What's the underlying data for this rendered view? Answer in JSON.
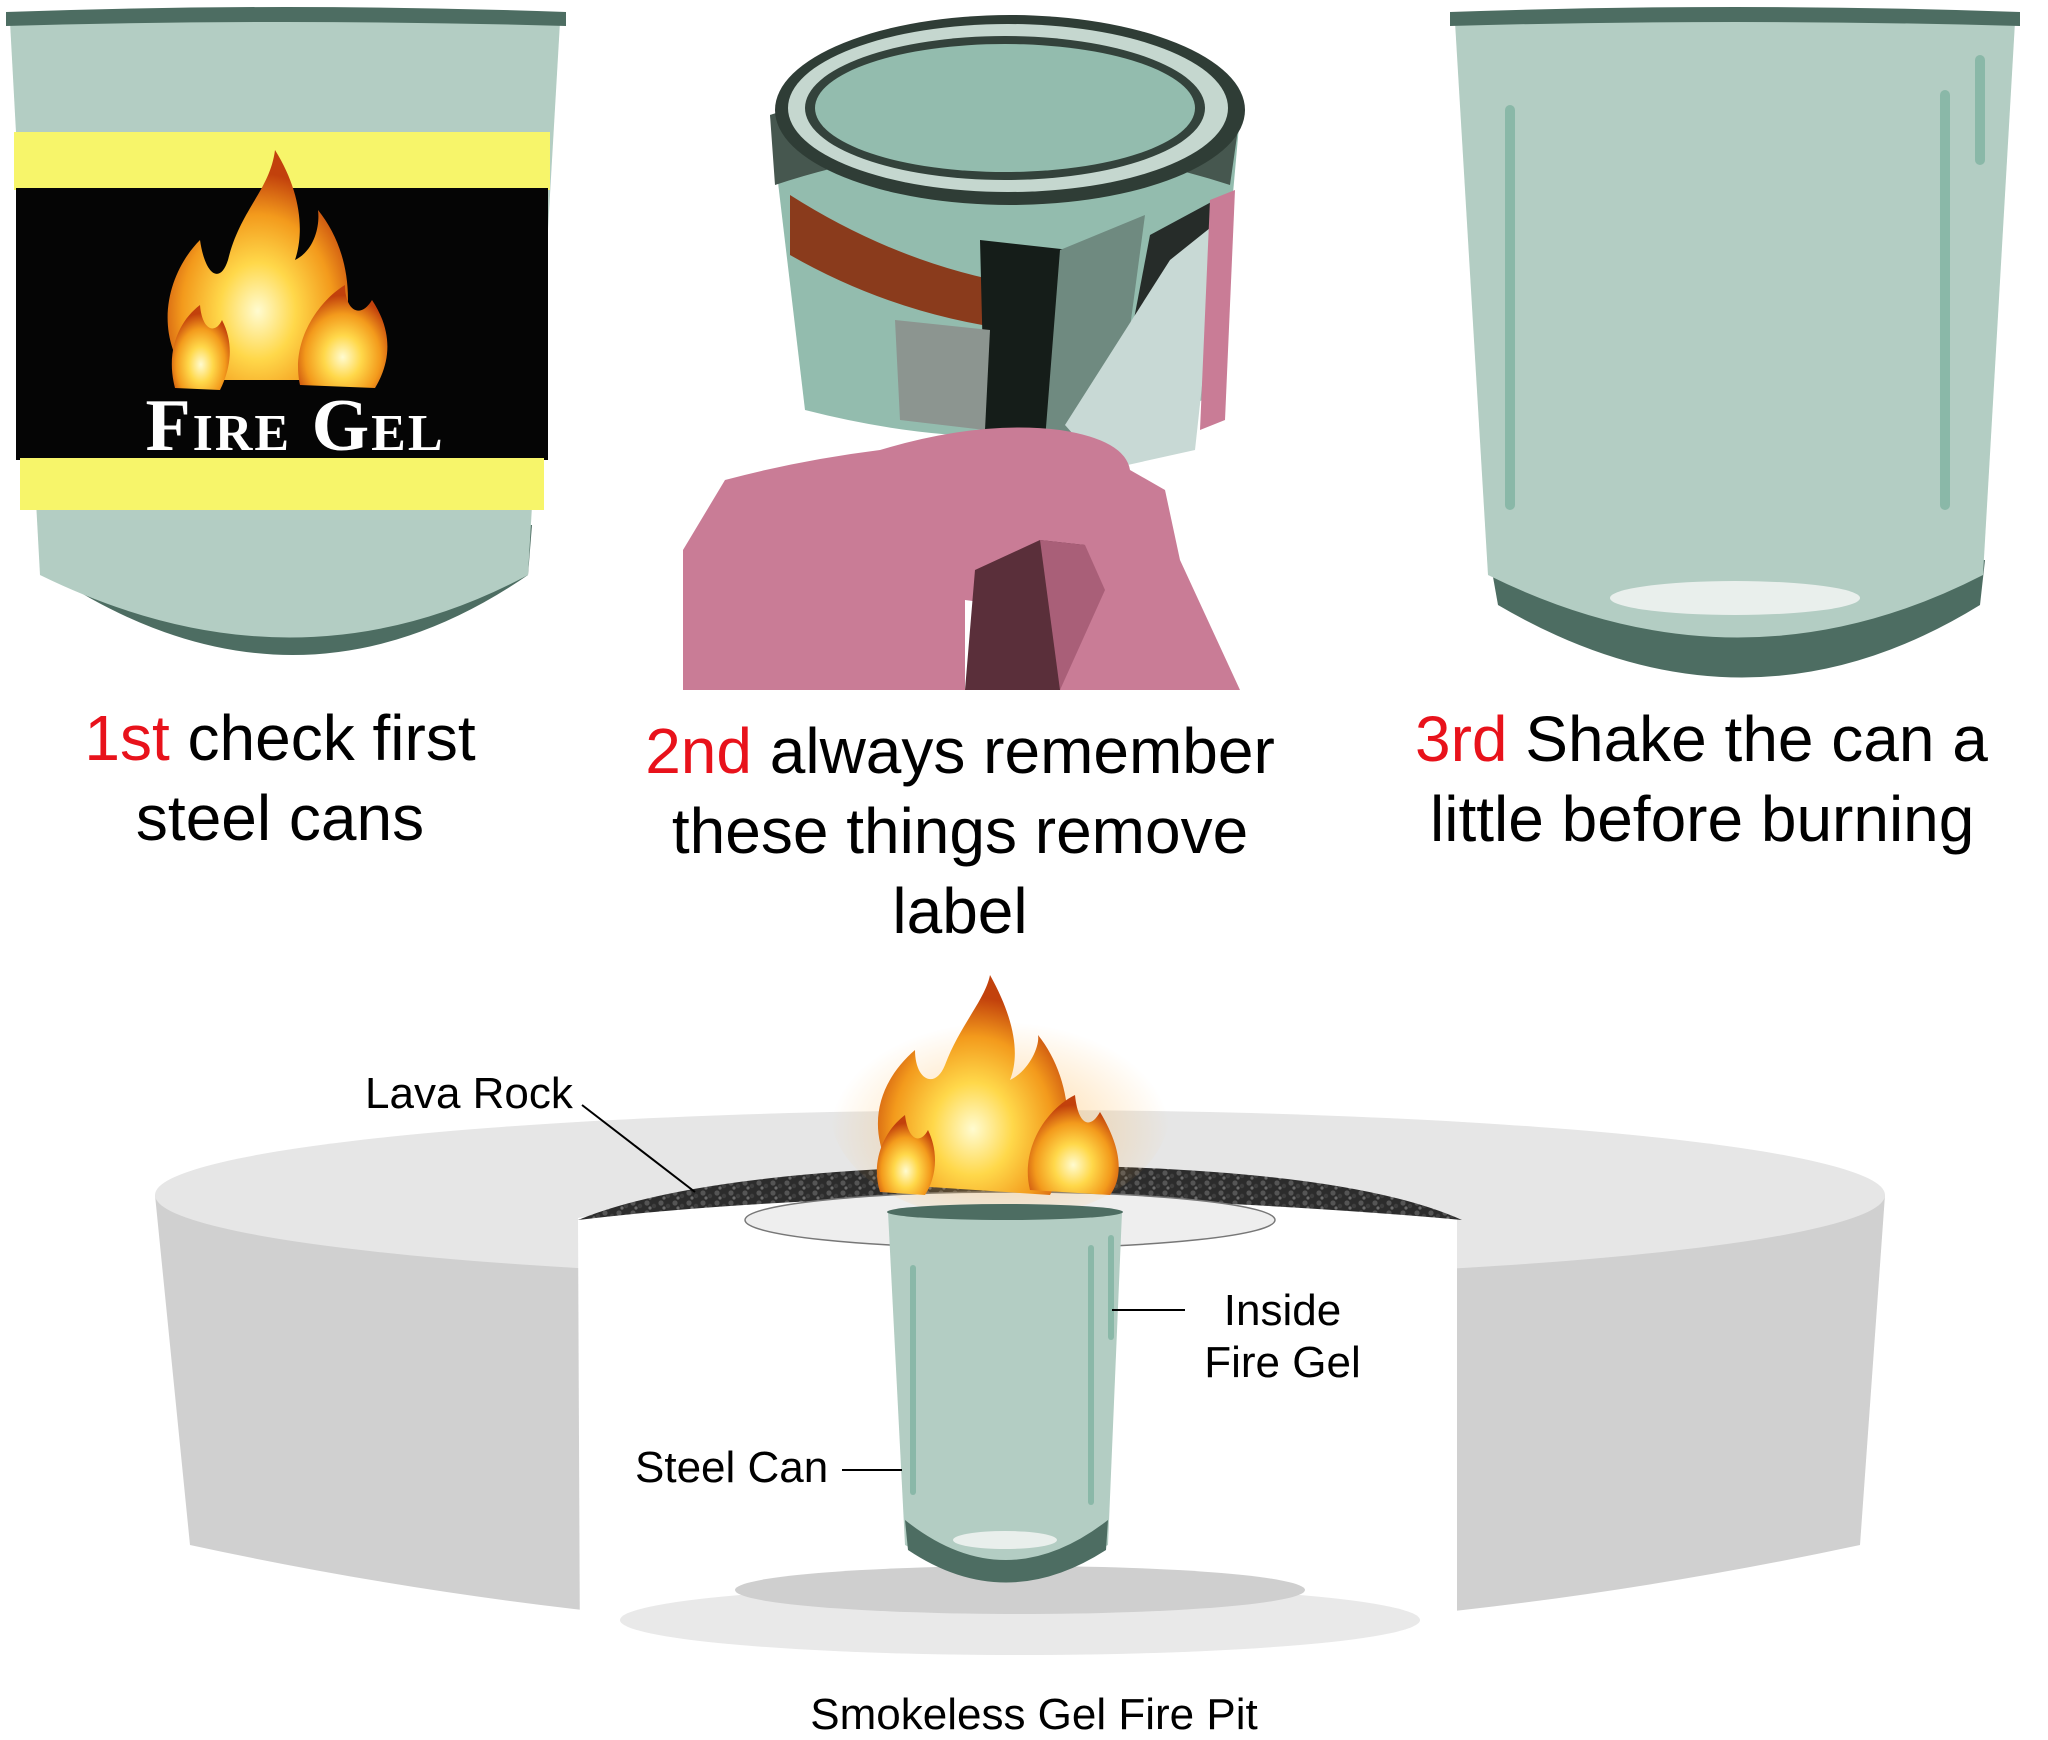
{
  "colors": {
    "can_body": "#b3cdc3",
    "can_rim": "#4d6d62",
    "band_yellow": "#f7f56a",
    "band_black": "#050505",
    "hand_pink": "#c97c96",
    "pit_wall": "#d0d0d0",
    "pit_top": "#e6e6e6",
    "step_red": "#e8121b"
  },
  "step1": {
    "can_logo": "Fire Gel",
    "num": "1st",
    "line1_rest": " check first",
    "line2": "steel cans"
  },
  "step2": {
    "num": "2nd",
    "line1_rest": " always remember",
    "line2": "these things remove",
    "line3": "label"
  },
  "step3": {
    "num": "3rd",
    "line1_rest": " Shake the can a",
    "line2": "little before burning"
  },
  "firepit": {
    "label_lava_rock": "Lava Rock",
    "label_inside_line1": "Inside",
    "label_inside_line2": "Fire Gel",
    "label_steel_can": "Steel Can",
    "caption": "Smokeless Gel Fire Pit"
  },
  "icons": [
    "fire-gel-can-icon",
    "label-removal-hand-icon",
    "empty-steel-can-icon",
    "flame-icon",
    "fire-pit-illustration"
  ]
}
